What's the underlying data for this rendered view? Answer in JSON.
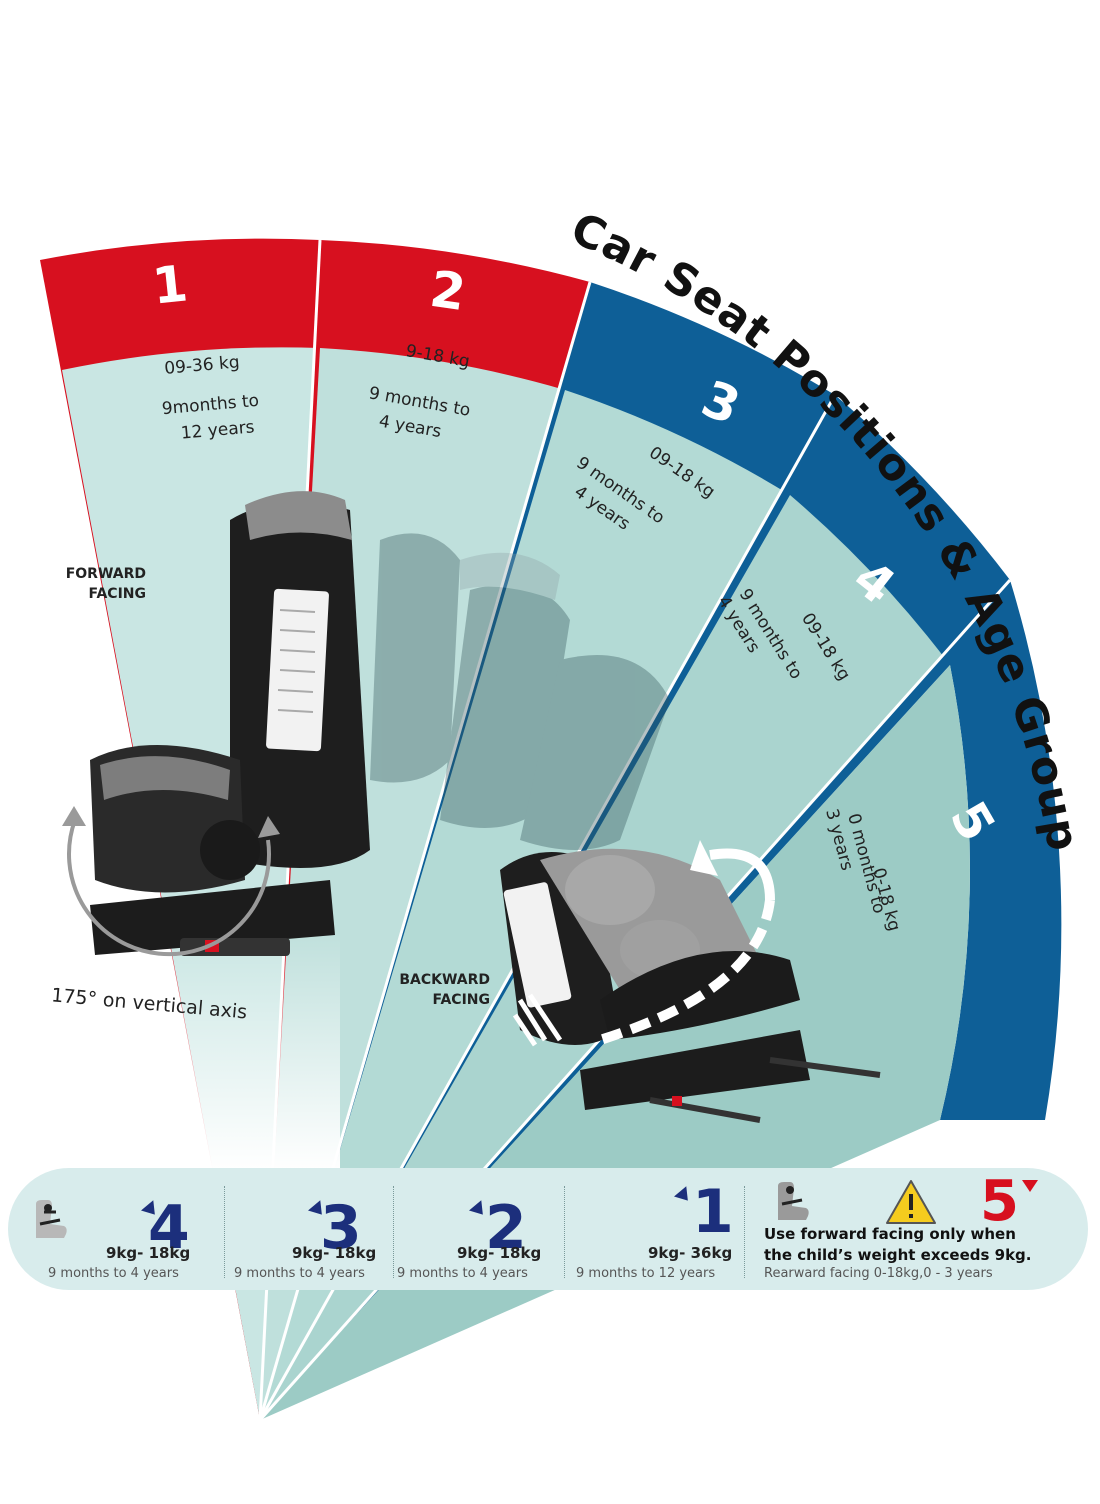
{
  "title": "Car Seat Positions & Age Group",
  "sectors": [
    {
      "number": "1",
      "weight": "09-36 kg",
      "age_line1": "9months to",
      "age_line2": "12 years"
    },
    {
      "number": "2",
      "weight": "9-18 kg",
      "age_line1": "9 months to",
      "age_line2": "4 years"
    },
    {
      "number": "3",
      "weight": "09-18 kg",
      "age_line1": "9 months to",
      "age_line2": "4 years"
    },
    {
      "number": "4",
      "weight": "09-18 kg",
      "age_line1": "9 months to",
      "age_line2": "4 years"
    },
    {
      "number": "5",
      "weight": "0-18 kg",
      "age_line1": "0 months to",
      "age_line2": "3 years"
    }
  ],
  "labels": {
    "forward_line1": "FORWARD",
    "forward_line2": "FACING",
    "backward_line1": "BACKWARD",
    "backward_line2": "FACING",
    "rotation": "175° on vertical axis"
  },
  "strip": {
    "positions": [
      {
        "number": "4",
        "weight": "9kg- 18kg",
        "age": "9 months to 4 years"
      },
      {
        "number": "3",
        "weight": "9kg- 18kg",
        "age": "9 months to 4 years"
      },
      {
        "number": "2",
        "weight": "9kg- 18kg",
        "age": "9 months to 4 years"
      },
      {
        "number": "1",
        "weight": "9kg- 36kg",
        "age": "9 months to 12 years"
      }
    ],
    "warning": {
      "number": "5",
      "line1": "Use forward facing only when",
      "line2": "the child’s weight exceeds 9kg.",
      "note": "Rearward facing 0-18kg,0 - 3 years"
    }
  },
  "colors": {
    "red": "#d7101f",
    "blue": "#0e5f97",
    "navy": "#1c2f7c",
    "teal_light": "#c9e6e3",
    "teal_mid": "#a9d5d0",
    "teal_dark": "#9ccbc5"
  }
}
